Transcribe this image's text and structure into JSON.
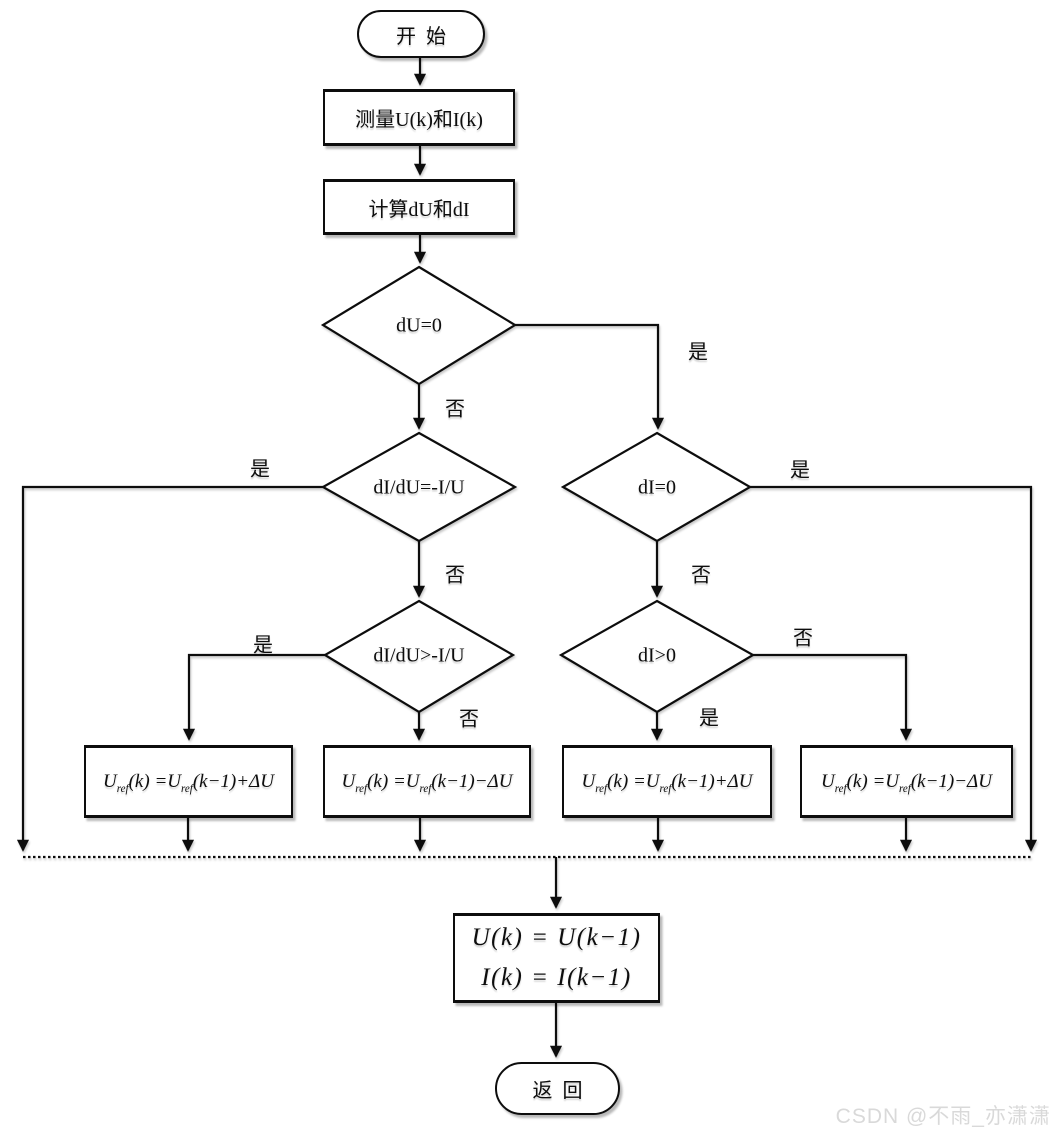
{
  "colors": {
    "line": "#0d0d0d",
    "background": "#ffffff",
    "watermark": "#d9d9d9"
  },
  "watermark": {
    "text": "CSDN @不雨_亦潇潇"
  },
  "flow": {
    "start": {
      "label": "开始"
    },
    "measure": {
      "label": "测量U(k)和I(k)"
    },
    "calc": {
      "label": "计算dU和dI"
    },
    "d1": {
      "label": "dU=0",
      "yes": "是",
      "no": "否"
    },
    "d2": {
      "label": "dI/dU=-I/U",
      "yes": "是",
      "no": "否"
    },
    "d3": {
      "label": "dI=0",
      "yes": "是",
      "no": "否"
    },
    "d4": {
      "label": "dI/dU>-I/U",
      "yes": "是",
      "no": "否"
    },
    "d5": {
      "label": "dI>0",
      "yes": "是",
      "no": "否"
    },
    "a1": {
      "formula": "U_{ref}(k) =U_{ref}(k−1)+ΔU"
    },
    "a2": {
      "formula": "U_{ref}(k) =U_{ref}(k−1)−ΔU"
    },
    "a3": {
      "formula": "U_{ref}(k) =U_{ref}(k−1)+ΔU"
    },
    "a4": {
      "formula": "U_{ref}(k) =U_{ref}(k−1)−ΔU"
    },
    "update": {
      "line1": "U(k) = U(k−1)",
      "line2": "I(k) = I(k−1)"
    },
    "return": {
      "label": "返回"
    }
  }
}
